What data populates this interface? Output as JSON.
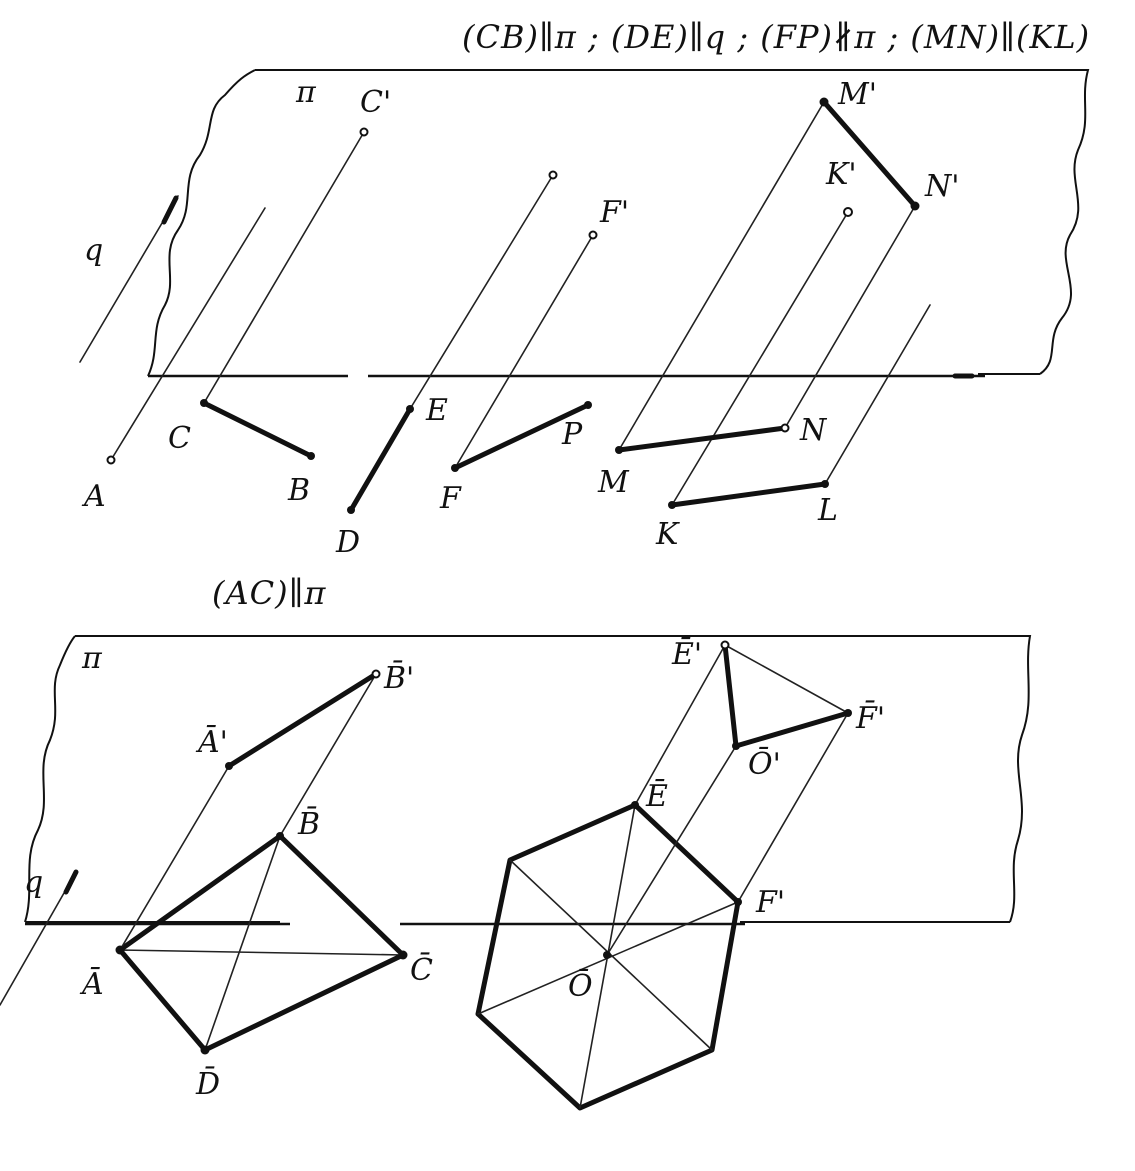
{
  "top_panel": {
    "caption": "(CB)∥π ; (DE)∥q ; (FP)∦π ; (MN)∥(KL)",
    "plane_label": "π",
    "direction_label": "q",
    "points": {
      "C_prime": "C'",
      "F_prime": "F'",
      "M_prime": "M'",
      "N_prime": "N'",
      "K_prime": "K'",
      "A": "A",
      "C": "C",
      "B": "B",
      "D": "D",
      "E": "E",
      "F": "F",
      "P": "P",
      "M": "M",
      "N": "N",
      "K": "K",
      "L": "L"
    }
  },
  "bottom_panel": {
    "caption": "(AC)∥π",
    "plane_label": "π",
    "direction_label": "q",
    "points": {
      "A_bar_prime": "Ā'",
      "B_bar_prime": "B̄'",
      "E_bar_prime": "Ē'",
      "F_bar_prime": "F̄'",
      "O_bar_prime": "Ō'",
      "B_bar": "B̄",
      "A_bar": "Ā",
      "C_bar": "C̄",
      "D_bar": "D̄",
      "E_bar": "Ē",
      "F_prime_hex": "F'",
      "O_bar": "Ō"
    }
  }
}
